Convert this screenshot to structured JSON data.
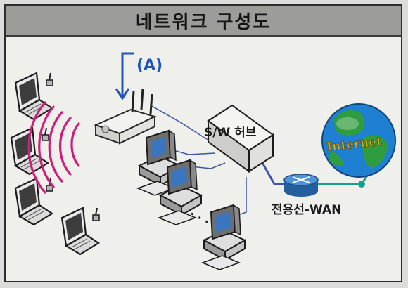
{
  "title": "네트워크 구성도",
  "labels": {
    "annotation_a": "(A)",
    "switch_hub": "S/W 허브",
    "leased_line_wan": "전용선-WAN",
    "internet": "Internet",
    "ellipsis": "· · ·"
  },
  "colors": {
    "annotation_blue": "#1f56b8",
    "wireless_signal": "#d01c7a",
    "cable": "#3e56a8",
    "router": "#2f76bb",
    "globe": "#1f7fd0",
    "title_bar": "#9c9c98"
  },
  "icons": {
    "laptop": "laptop-icon",
    "access_point": "wireless-access-point-icon",
    "desktop": "desktop-pc-icon",
    "switch": "switch-hub-icon",
    "router": "router-icon",
    "globe": "globe-icon"
  }
}
